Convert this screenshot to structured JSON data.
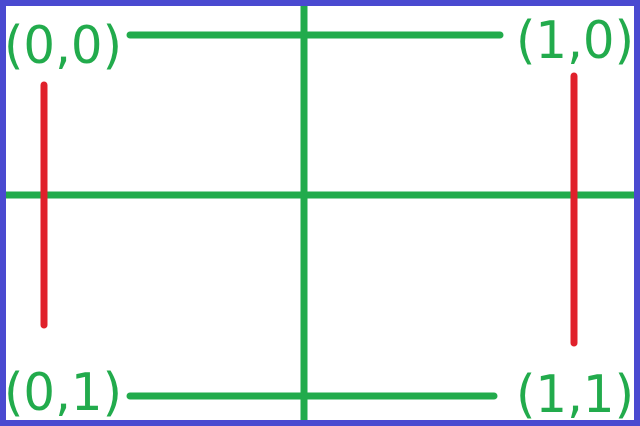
{
  "colors": {
    "border": "#4a4ad0",
    "green": "#22ab4c",
    "red": "#e0212b",
    "background": "#ffffff"
  },
  "labels": {
    "top_left": "(0,0)",
    "top_right": "(1,0)",
    "bottom_left": "(0,1)",
    "bottom_right": "(1,1)"
  }
}
